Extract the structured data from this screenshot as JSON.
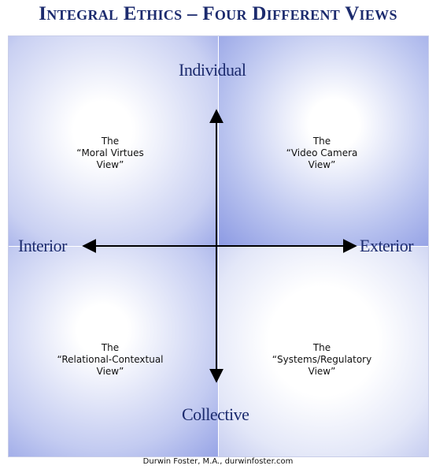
{
  "title": "Integral Ethics – Four Different Views",
  "axes": {
    "top": "Individual",
    "bottom": "Collective",
    "left": "Interior",
    "right": "Exterior"
  },
  "quadrants": {
    "top_left": {
      "line1": "The",
      "line2": "“Moral Virtues",
      "line3": "View”"
    },
    "top_right": {
      "line1": "The",
      "line2": "“Video Camera",
      "line3": "View”"
    },
    "bottom_left": {
      "line1": "The",
      "line2": "“Relational-Contextual",
      "line3": "View”"
    },
    "bottom_right": {
      "line1": "The",
      "line2": "“Systems/Regulatory",
      "line3": "View”"
    }
  },
  "credit": "Durwin Foster, M.A., durwinfoster.com",
  "colors": {
    "title": "#1c2b6e",
    "quadrant_blue": "#9eaae8"
  }
}
